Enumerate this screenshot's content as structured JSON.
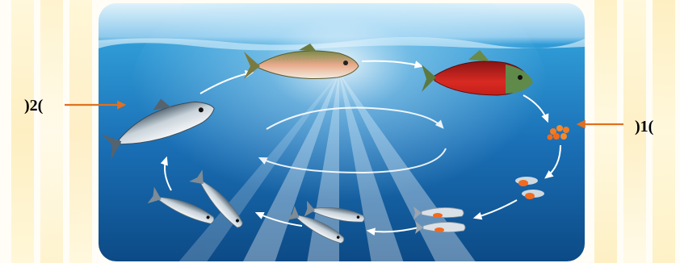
{
  "labels": {
    "marker_1": ")1(",
    "marker_2": ")2("
  },
  "colors": {
    "background": "#fffdf6",
    "watermark_tile": "#fde9a6",
    "water_top": "#8ec9ec",
    "water_deep": "#0c4a86",
    "arrow_orange": "#e07020",
    "cycle_arrows": "#ffffff"
  },
  "diagram": {
    "type": "life-cycle",
    "stages": [
      {
        "name": "adult-trout-fish-icon"
      },
      {
        "name": "spawning-red-salmon-icon"
      },
      {
        "name": "eggs-icon"
      },
      {
        "name": "alevin-larvae-icon"
      },
      {
        "name": "fry-icon"
      },
      {
        "name": "parr-icon"
      },
      {
        "name": "smolt-icon"
      },
      {
        "name": "adult-silver-fish-icon"
      }
    ]
  }
}
